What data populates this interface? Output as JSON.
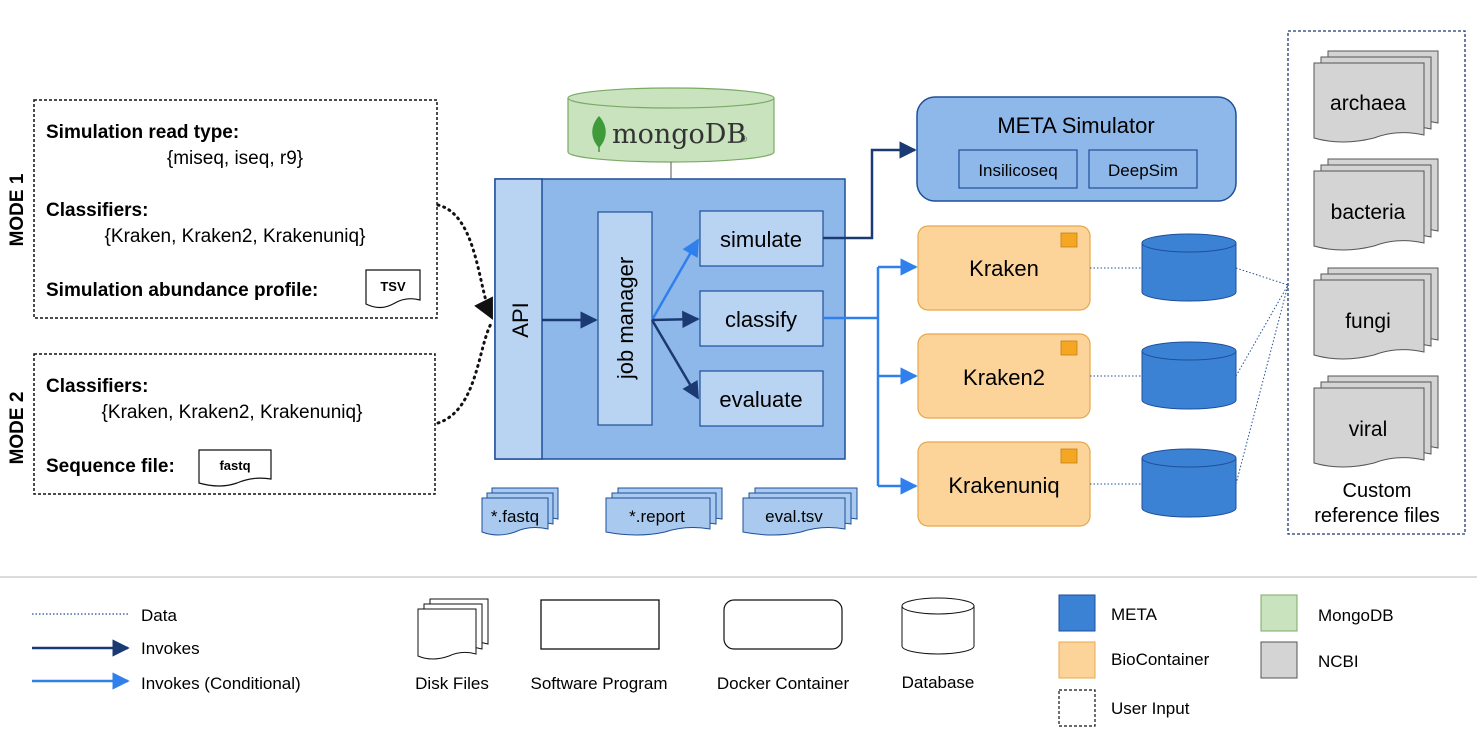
{
  "mode1": {
    "label": "MODE 1",
    "read_type_title": "Simulation read type:",
    "read_type_values": "{miseq, iseq, r9}",
    "classifiers_title": "Classifiers:",
    "classifiers_values": "{Kraken, Kraken2, Krakenuniq}",
    "abundance_title": "Simulation abundance profile:",
    "abundance_file": "TSV"
  },
  "mode2": {
    "label": "MODE 2",
    "classifiers_title": "Classifiers:",
    "classifiers_values": "{Kraken, Kraken2, Krakenuniq}",
    "sequence_title": "Sequence file:",
    "sequence_file": "fastq"
  },
  "mongodb": {
    "label": "mongoDB",
    "registered": "®"
  },
  "api": {
    "label": "API",
    "job_manager": "job manager",
    "actions": [
      "simulate",
      "classify",
      "evaluate"
    ]
  },
  "output_files": [
    "*.fastq",
    "*.report",
    "eval.tsv"
  ],
  "meta_simulator": {
    "title": "META Simulator",
    "tools": [
      "Insilicoseq",
      "DeepSim"
    ]
  },
  "classifiers": [
    "Kraken",
    "Kraken2",
    "Krakenuniq"
  ],
  "reference": {
    "files": [
      "archaea",
      "bacteria",
      "fungi",
      "viral"
    ],
    "caption_line1": "Custom",
    "caption_line2": "reference files"
  },
  "legend": {
    "lines": [
      "Data",
      "Invokes",
      "Invokes (Conditional)"
    ],
    "shapes": [
      "Disk Files",
      "Software Program",
      "Docker Container",
      "Database"
    ],
    "colors": [
      {
        "label": "META",
        "color": "#3b82d4"
      },
      {
        "label": "MongoDB",
        "color": "#c8e3bd"
      },
      {
        "label": "BioContainer",
        "color": "#fcd49a"
      },
      {
        "label": "NCBI",
        "color": "#d4d4d4"
      },
      {
        "label": "User Input",
        "color": "#ffffff"
      }
    ]
  },
  "colors": {
    "meta_blue": "#3b82d4",
    "api_blue": "#a9c9ee",
    "api_border": "#1f4f9a",
    "biocontainer": "#fcd49a",
    "mongodb_green": "#c8e3bd",
    "ncbi_gray": "#d4d4d4",
    "invokes": "#1b3a73",
    "invokes_conditional": "#2f80ed"
  }
}
